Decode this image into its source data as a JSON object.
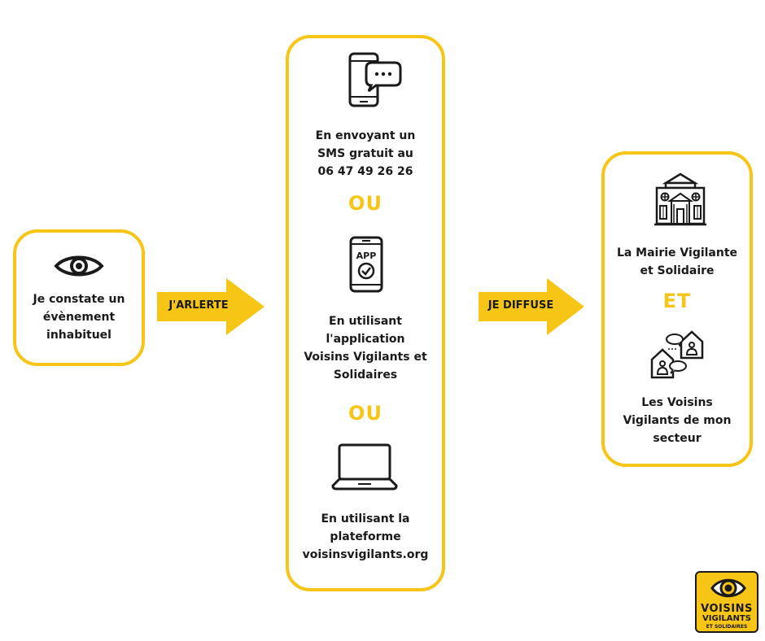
{
  "step1": {
    "text_lines": [
      "Je constate un",
      "évènement",
      "inhabituel"
    ]
  },
  "arrow1": {
    "label": "J'ARLERTE"
  },
  "channels": {
    "sms_lines": [
      "En envoyant un",
      "SMS gratuit au",
      "06 47 49 26 26"
    ],
    "or1": "OU",
    "app_icon_text": "APP",
    "app_lines": [
      "En utilisant",
      "l'application",
      "Voisins Vigilants et",
      "Solidaires"
    ],
    "or2": "OU",
    "web_lines": [
      "En utilisant la",
      "plateforme",
      "voisinsvigilants.org"
    ]
  },
  "arrow2": {
    "label": "JE DIFFUSE"
  },
  "recipients": {
    "mairie_lines": [
      "La Mairie Vigilante",
      "et Solidaire"
    ],
    "and": "ET",
    "voisins_lines": [
      "Les Voisins",
      "Vigilants de mon",
      "secteur"
    ]
  },
  "logo": {
    "line1": "VOISINS",
    "line2": "VIGILANTS",
    "line3": "ET SOLIDAIRES"
  },
  "colors": {
    "accent": "#f6c515",
    "text": "#1a1a1a",
    "background": "#ffffff"
  },
  "icons": [
    "eye-icon",
    "smartphone-chat-icon",
    "app-phone-icon",
    "laptop-icon",
    "town-hall-icon",
    "neighbors-chat-icon",
    "eye-logo-icon"
  ]
}
